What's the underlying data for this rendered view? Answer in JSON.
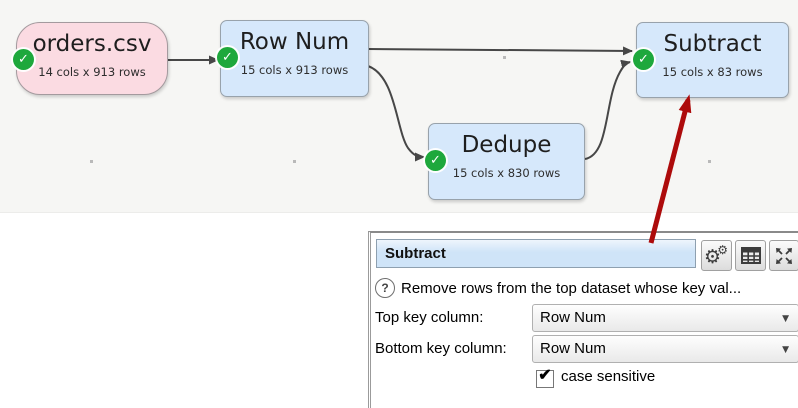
{
  "icons": {
    "check": "✓",
    "checkbox_check": "✔",
    "help": "?",
    "dropdown_arrow": "▼",
    "gear": "⚙"
  },
  "colors": {
    "canvas_bg": "#f6f6f4",
    "input_node_fill": "#fbdbe2",
    "transform_node_fill": "#d6e8fb",
    "edge": "#474747",
    "status_ok_green": "#1ea83c",
    "annotation_arrow_red": "#ad0b0b",
    "panel_title_fill": "#cfe4f8"
  },
  "canvas": {
    "nodes": [
      {
        "title": "orders.csv",
        "subtitle": "14 cols x 913 rows"
      },
      {
        "title": "Row Num",
        "subtitle": "15 cols x 913 rows"
      },
      {
        "title": "Dedupe",
        "subtitle": "15 cols x 830 rows"
      },
      {
        "title": "Subtract",
        "subtitle": "15 cols x 83 rows"
      }
    ]
  },
  "panel": {
    "title_value": "Subtract",
    "help_text": "Remove rows from the top dataset whose key val...",
    "fields": [
      {
        "label": "Top key column:",
        "value": "Row Num"
      },
      {
        "label": "Bottom key column:",
        "value": "Row Num"
      }
    ],
    "checkbox": {
      "label": "case sensitive",
      "checked": true
    }
  }
}
